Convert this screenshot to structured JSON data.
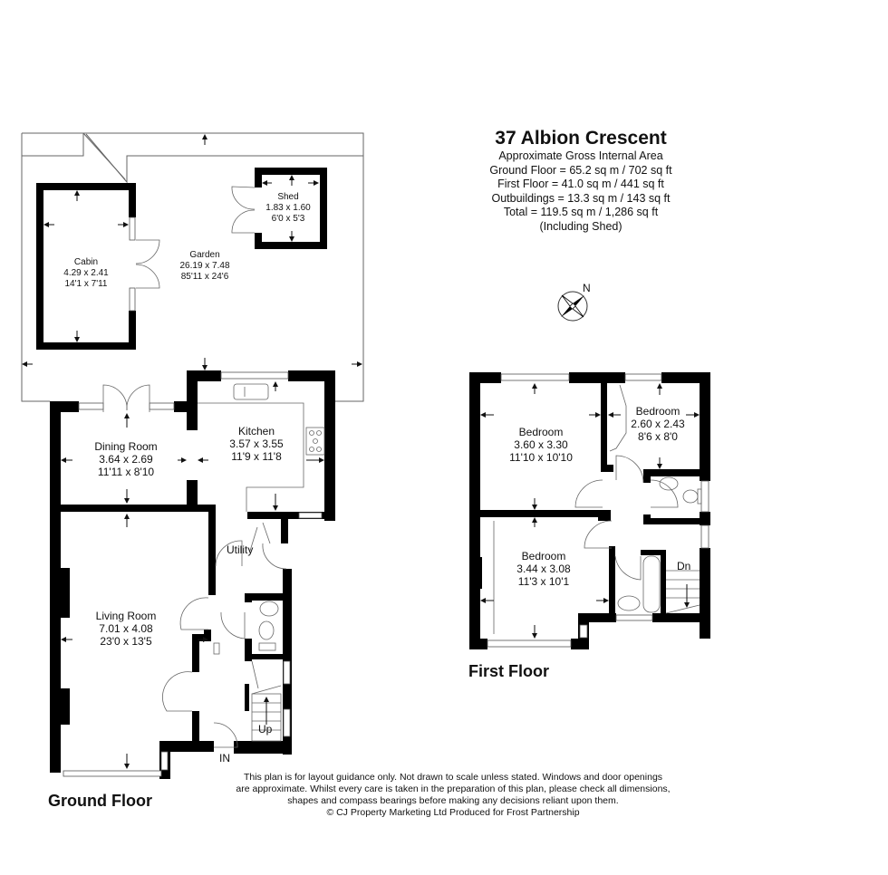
{
  "header": {
    "title": "37 Albion Crescent",
    "subtitle": "Approximate Gross Internal Area",
    "areas": [
      "Ground Floor = 65.2 sq m / 702 sq ft",
      "First Floor = 41.0 sq m / 441 sq ft",
      "Outbuildings = 13.3 sq m / 143 sq ft",
      "Total = 119.5 sq m / 1,286 sq ft",
      "(Including Shed)"
    ]
  },
  "compass": {
    "label": "N",
    "icon": "compass-rose-icon"
  },
  "ground_floor": {
    "title": "Ground Floor",
    "rooms": {
      "garden": {
        "name": "Garden",
        "metric": "26.19 x 7.48",
        "imperial": "85'11 x 24'6"
      },
      "cabin": {
        "name": "Cabin",
        "metric": "4.29 x 2.41",
        "imperial": "14'1 x 7'11"
      },
      "shed": {
        "name": "Shed",
        "metric": "1.83 x 1.60",
        "imperial": "6'0 x 5'3"
      },
      "dining": {
        "name": "Dining Room",
        "metric": "3.64 x 2.69",
        "imperial": "11'11 x 8'10"
      },
      "kitchen": {
        "name": "Kitchen",
        "metric": "3.57 x 3.55",
        "imperial": "11'9 x 11'8"
      },
      "living": {
        "name": "Living Room",
        "metric": "7.01 x 4.08",
        "imperial": "23'0 x 13'5"
      },
      "utility": {
        "name": "Utility"
      }
    },
    "stairs_label": "Up",
    "entrance_label": "IN"
  },
  "first_floor": {
    "title": "First Floor",
    "rooms": {
      "bedroom1": {
        "name": "Bedroom",
        "metric": "3.60 x 3.30",
        "imperial": "11'10 x 10'10"
      },
      "bedroom2": {
        "name": "Bedroom",
        "metric": "2.60 x 2.43",
        "imperial": "8'6 x 8'0"
      },
      "bedroom3": {
        "name": "Bedroom",
        "metric": "3.44 x 3.08",
        "imperial": "11'3 x 10'1"
      }
    },
    "stairs_label": "Dn"
  },
  "disclaimer": [
    "This plan is for layout guidance only. Not drawn to scale unless stated. Windows and door openings",
    "are approximate. Whilst every care is taken in the preparation of this plan, please check all dimensions,",
    "shapes and compass bearings before making any decisions reliant upon them.",
    "© CJ Property Marketing Ltd Produced for Frost Partnership"
  ],
  "colors": {
    "wall": "#000000",
    "line": "#555555",
    "background": "#ffffff"
  }
}
